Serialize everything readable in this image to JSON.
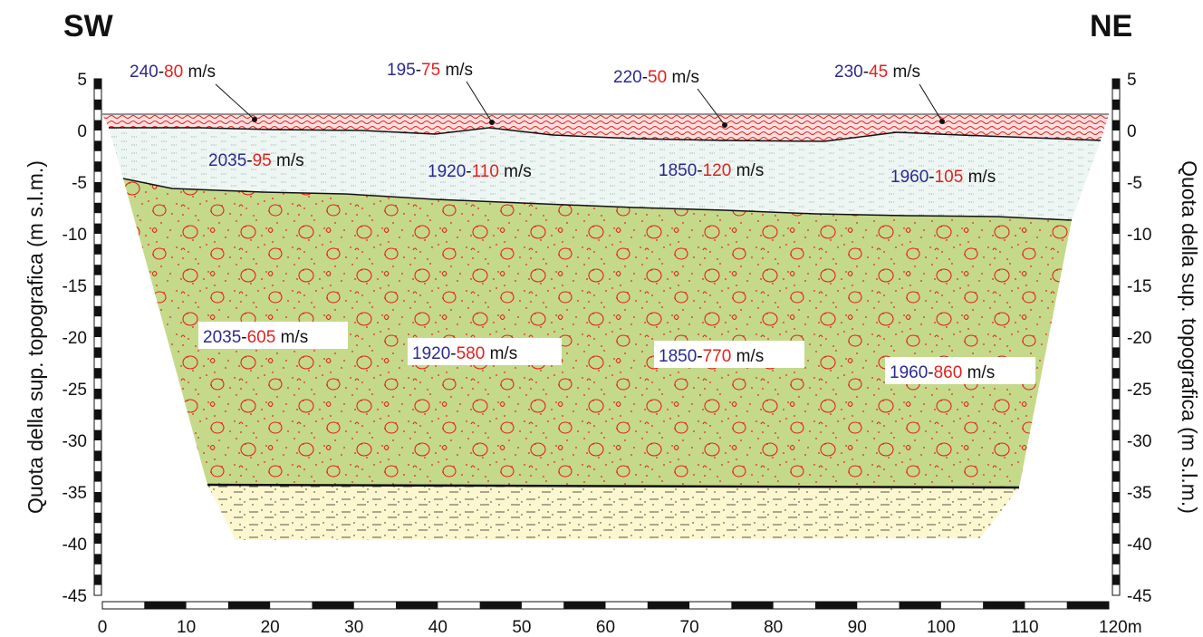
{
  "direction_left": "SW",
  "direction_right": "NE",
  "y_axis_label_left": "Quota della sup. topografica (m s.l.m.)",
  "y_axis_label_right": "Quota della sup. topografica (m s.l.m.)",
  "y_ticks": [
    "5",
    "0",
    "-5",
    "-10",
    "-15",
    "-20",
    "-25",
    "-30",
    "-35",
    "-40",
    "-45"
  ],
  "x_ticks": [
    "0",
    "10",
    "20",
    "30",
    "40",
    "50",
    "60",
    "70",
    "80",
    "90",
    "100",
    "110",
    "120m"
  ],
  "colors": {
    "vp": "#2b2a8c",
    "vs": "#e0221e",
    "surface_layer": "#fde0e0",
    "surface_hatch": "#e0221e",
    "second_layer": "#eef6f4",
    "third_layer": "#c5d98a",
    "bottom_layer": "#fdf7cf"
  },
  "velocities": {
    "surface": [
      {
        "vp": "240",
        "sep": "-",
        "vs": "80",
        "unit": " m/s"
      },
      {
        "vp": "195",
        "sep": "-",
        "vs": "75",
        "unit": " m/s"
      },
      {
        "vp": "220",
        "sep": "-",
        "vs": "50",
        "unit": " m/s"
      },
      {
        "vp": "230",
        "sep": "-",
        "vs": "45",
        "unit": " m/s"
      }
    ],
    "second": [
      {
        "vp": "2035",
        "sep": "-",
        "vs": "95",
        "unit": " m/s"
      },
      {
        "vp": "1920",
        "sep": "-",
        "vs": "110",
        "unit": " m/s"
      },
      {
        "vp": "1850",
        "sep": "-",
        "vs": "120",
        "unit": " m/s"
      },
      {
        "vp": "1960",
        "sep": "-",
        "vs": "105",
        "unit": " m/s"
      }
    ],
    "third": [
      {
        "vp": "2035",
        "sep": "-",
        "vs": "605",
        "unit": " m/s"
      },
      {
        "vp": "1920",
        "sep": "-",
        "vs": "580",
        "unit": " m/s"
      },
      {
        "vp": "1850",
        "sep": "-",
        "vs": "770",
        "unit": " m/s"
      },
      {
        "vp": "1960",
        "sep": "-",
        "vs": "860",
        "unit": " m/s"
      }
    ]
  }
}
